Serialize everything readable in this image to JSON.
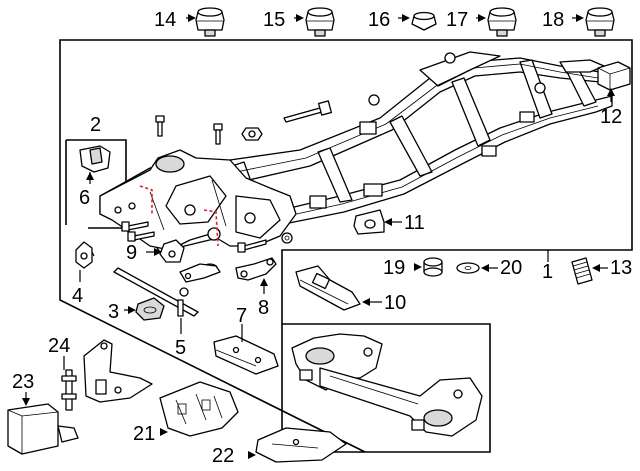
{
  "callouts": {
    "c1": "1",
    "c2": "2",
    "c3": "3",
    "c4": "4",
    "c5": "5",
    "c6": "6",
    "c7": "7",
    "c8": "8",
    "c9": "9",
    "c10": "10",
    "c11": "11",
    "c12": "12",
    "c13": "13",
    "c14": "14",
    "c15": "15",
    "c16": "16",
    "c17": "17",
    "c18": "18",
    "c19": "19",
    "c20": "20",
    "c21": "21",
    "c22": "22",
    "c23": "23",
    "c24": "24"
  },
  "colors": {
    "line": "#000000",
    "highlight": "#e02020",
    "background": "#ffffff"
  }
}
